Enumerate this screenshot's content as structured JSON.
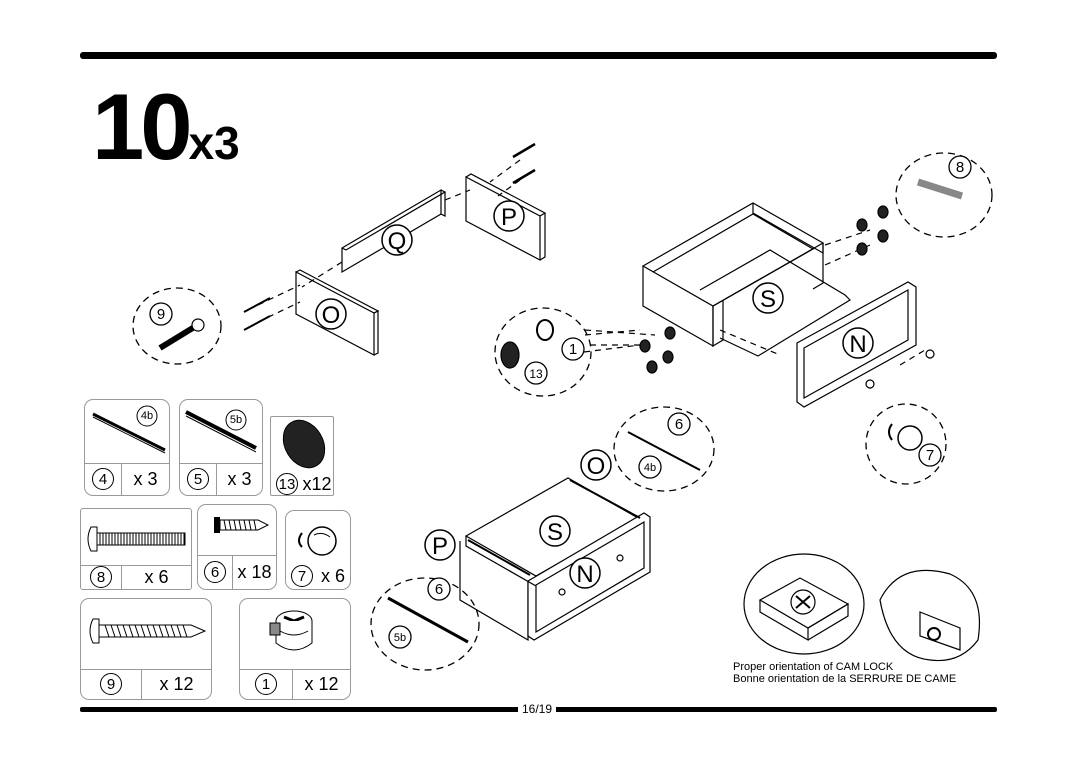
{
  "step": {
    "number": "10",
    "multiplier": "x3"
  },
  "parts": [
    {
      "id": "4",
      "qty": "x 3",
      "tag": "4b"
    },
    {
      "id": "5",
      "qty": "x 3",
      "tag": "5b"
    },
    {
      "id": "13",
      "qty": "x12"
    },
    {
      "id": "8",
      "qty": "x 6"
    },
    {
      "id": "6",
      "qty": "x 18"
    },
    {
      "id": "7",
      "qty": "x 6"
    },
    {
      "id": "9",
      "qty": "x 12"
    },
    {
      "id": "1",
      "qty": "x 12"
    }
  ],
  "panels": {
    "o": "O",
    "p": "P",
    "q": "Q",
    "s": "S",
    "n": "N"
  },
  "callouts": {
    "c9": "9",
    "c8": "8",
    "c1": "1",
    "c13": "13",
    "c6a": "6",
    "c4b": "4b",
    "c7": "7",
    "c6b": "6",
    "c5b": "5b"
  },
  "cam_lock": {
    "line1": "Proper orientation of CAM LOCK",
    "line2": "Bonne orientation de la SERRURE DE CAME"
  },
  "page": "16/19"
}
